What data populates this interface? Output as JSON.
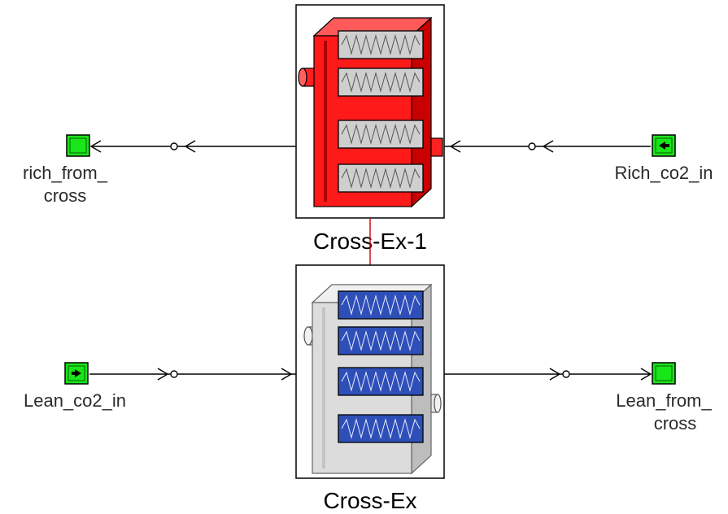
{
  "blocks": {
    "top": {
      "label": "Cross-Ex-1"
    },
    "bottom": {
      "label": "Cross-Ex"
    }
  },
  "streams": {
    "rich_from_cross": {
      "label_line1": "rich_from_",
      "label_line2": "cross"
    },
    "rich_co2_in": {
      "label": "Rich_co2_in"
    },
    "lean_co2_in": {
      "label": "Lean_co2_in"
    },
    "lean_from_cross": {
      "label_line1": "Lean_from_",
      "label_line2": "cross"
    }
  },
  "colors": {
    "active_block": "#ff1a1a",
    "inactive_block": "#dcdcdc",
    "port_green": "#19e619",
    "tube_blue": "#3355cc",
    "connector_red": "#cc0000"
  }
}
